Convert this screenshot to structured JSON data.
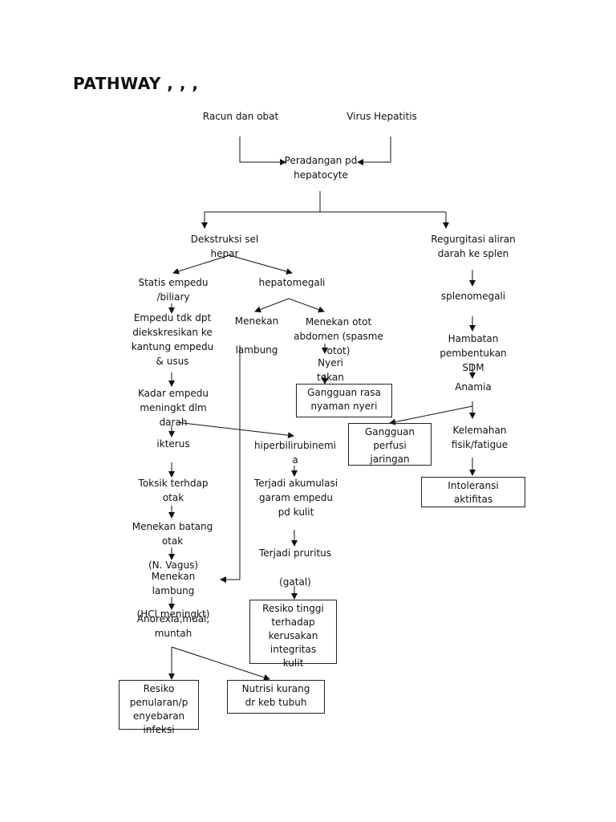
{
  "title": "PATHWAY , , ,",
  "nodes": {
    "racun": "Racun dan obat",
    "virus": "Virus Hepatitis",
    "peradangan": "Peradangan pd\nhepatocyte",
    "dekstruksi": "Dekstruksi sel\nhepar",
    "regurgitasi": "Regurgitasi aliran\ndarah ke splen",
    "statis": "Statis empedu\n/biliary",
    "hepatomegali": "hepatomegali",
    "splenomegali": "splenomegali",
    "empedu_tdk": "Empedu tdk dpt\ndiekskresikan ke\nkantung empedu\n& usus",
    "menekan_lambung1": "Menekan\n\nlambung",
    "menekan_otot": "Menekan otot\nabdomen (spasme\notot)",
    "hambatan": "Hambatan\npembentukan\nSDM",
    "nyeri_tekan": "Nyeri\ntekan",
    "gangguan_rasa": "Gangguan rasa\nnyaman nyeri",
    "kadar_empedu": "Kadar empedu\nmeningkt dlm\ndarah",
    "anamia": "Anamia",
    "ikterus": "ikterus",
    "hiperbilirubinemia": "hiperbilirubinemi\na",
    "gangguan_perfusi": "Gangguan\nperfusi\njaringan",
    "kelemahan": "Kelemahan\nfisik/fatigue",
    "toksik": "Toksik terhdap\notak",
    "akumulasi": "Terjadi akumulasi\ngaram empedu\npd kulit",
    "intoleransi": "Intoleransi\naktifitas",
    "menekan_batang": "Menekan batang\notak",
    "pruritus": "Terjadi pruritus\n\n(gatal)",
    "n_vagus": "(N. Vagus)",
    "menekan_lambung2": "Menekan\nlambung",
    "hcl": "(HCl meningkt)",
    "anorexia": "Anorexia,mual,\nmuntah",
    "resiko_kulit": "Resiko tinggi\nterhadap\nkerusakan\nintegritas\nkulit",
    "resiko_penularan": "Resiko\npenularan/p\nenyebaran\ninfeksi",
    "nutrisi": "Nutrisi kurang\ndr keb tubuh"
  }
}
